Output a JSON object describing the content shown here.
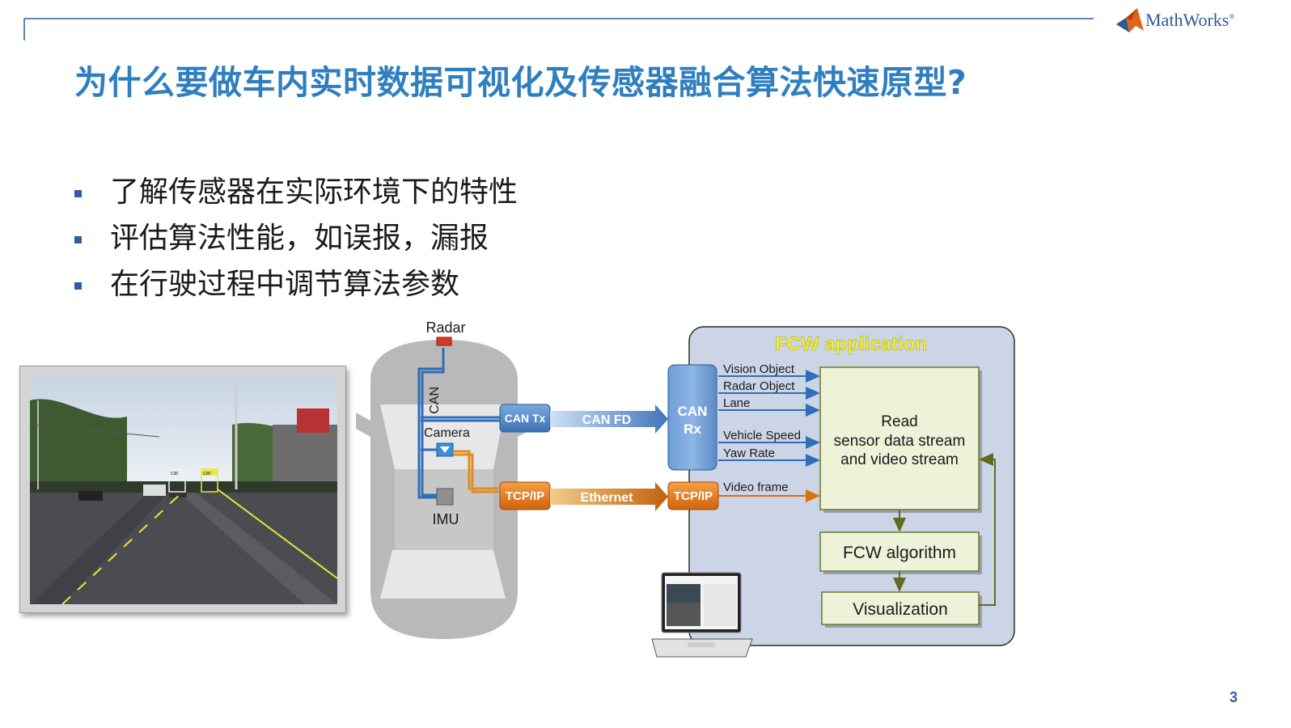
{
  "header": {
    "title": "为什么要做车内实时数据可视化及传感器融合算法快速原型?",
    "logo_text": "MathWorks",
    "logo_tm": "®"
  },
  "bullets": [
    "了解传感器在实际环境下的特性",
    "评估算法性能，如误报，漏报",
    "在行驶过程中调节算法参数"
  ],
  "road_scene": {
    "box_labels": [
      "car",
      "car"
    ]
  },
  "vehicle": {
    "radar_label": "Radar",
    "can_label": "CAN",
    "camera_label": "Camera",
    "imu_label": "IMU"
  },
  "links": {
    "can_tx": "CAN Tx",
    "can_fd": "CAN FD",
    "tcpip_tx": "TCP/IP",
    "ethernet": "Ethernet"
  },
  "fcw": {
    "title": "FCW application",
    "can_rx_line1": "CAN",
    "can_rx_line2": "Rx",
    "tcpip_rx": "TCP/IP",
    "signals": [
      "Vision Object",
      "Radar Object",
      "Lane",
      "Vehicle Speed",
      "Yaw Rate"
    ],
    "video_frame": "Video frame",
    "read_line1": "Read",
    "read_line2": "sensor data stream",
    "read_line3": "and video stream",
    "algorithm": "FCW algorithm",
    "visualization": "Visualization"
  },
  "footer": {
    "page_number": "3"
  },
  "colors": {
    "title_blue": "#2f7fc0",
    "can_blue": "#2f6eb8",
    "ethernet_orange": "#d9700d",
    "panel_bg": "#ccd5e6",
    "box_green": "#eef2d9",
    "fcw_yellow": "#f2f02a"
  }
}
